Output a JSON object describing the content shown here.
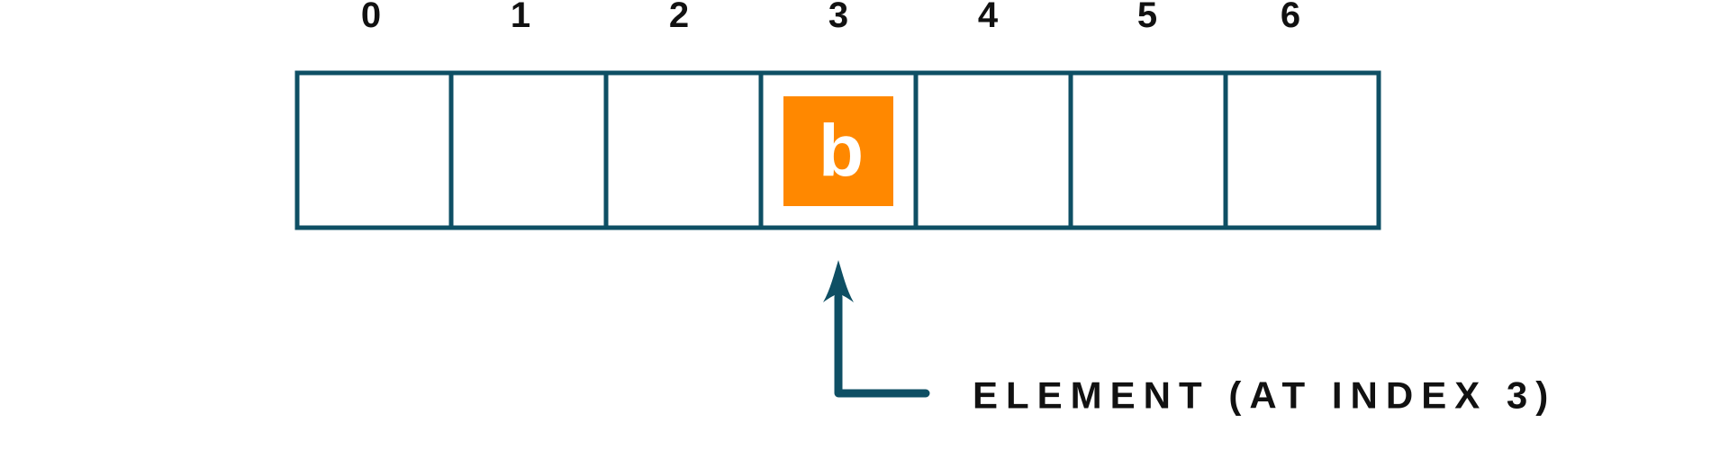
{
  "array": {
    "indices": [
      "0",
      "1",
      "2",
      "3",
      "4",
      "5",
      "6"
    ],
    "highlighted_index": 3,
    "element_value": "b"
  },
  "pointer": {
    "caption": "ELEMENT (AT INDEX 3)"
  },
  "colors": {
    "cell_border": "#0e4f64",
    "element_fill": "#ff8800",
    "element_text": "#ffffff",
    "arrow": "#0e4f64",
    "label_text": "#111111"
  }
}
